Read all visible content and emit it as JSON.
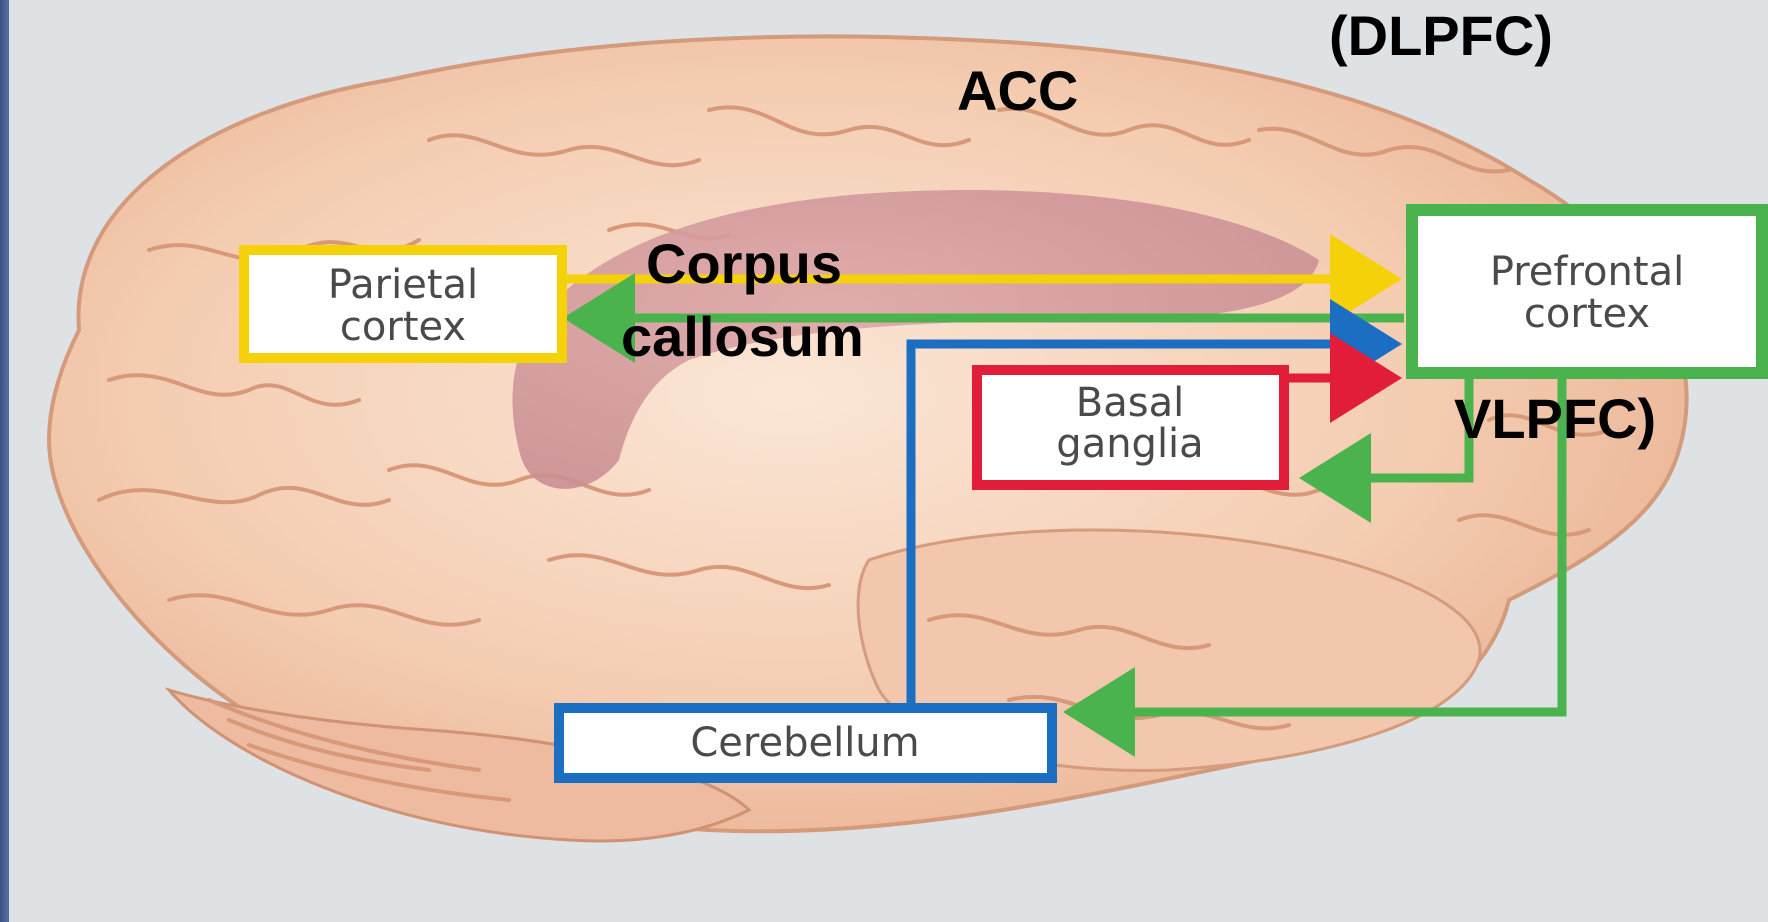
{
  "labels": {
    "dlpfc": "(DLPFC)",
    "acc": "ACC",
    "corpus_line1": "Corpus",
    "corpus_line2": "callosum",
    "vlpfc": "VLPFC)"
  },
  "boxes": {
    "parietal": {
      "line1": "Parietal",
      "line2": "cortex",
      "color": "#f5d10a"
    },
    "prefrontal": {
      "line1": "Prefrontal",
      "line2": "cortex",
      "color": "#4bb34e"
    },
    "basal": {
      "line1": "Basal",
      "line2": "ganglia",
      "color": "#e21d3a"
    },
    "cerebellum": {
      "line1": "Cerebellum",
      "color": "#1c6ec2"
    }
  },
  "colors": {
    "yellow": "#f5d10a",
    "green": "#4bb34e",
    "blue": "#1c6ec2",
    "red": "#e21d3a",
    "brain": "#f1c8ad",
    "corpus_callosum": "#d8a0a2"
  }
}
